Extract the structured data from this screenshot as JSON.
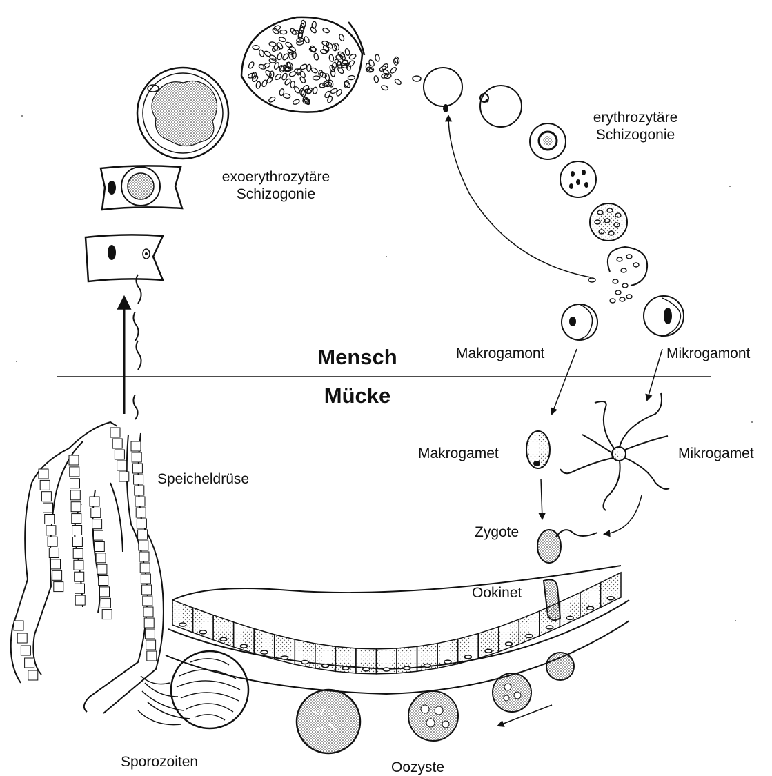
{
  "colors": {
    "ink": "#111111",
    "paper": "#ffffff",
    "stipple": "#444444"
  },
  "labels": {
    "human": "Mensch",
    "mosquito": "Mücke",
    "exo_line1": "exoerythrozytäre",
    "exo_line2": "Schizogonie",
    "ery_line1": "erythrozytäre",
    "ery_line2": "Schizogonie",
    "makrogamont": "Makrogamont",
    "mikrogamont": "Mikrogamont",
    "makrogamet": "Makrogamet",
    "mikrogamet": "Mikrogamet",
    "zygote": "Zygote",
    "ookinet": "Ookinet",
    "speicheldruese": "Speicheldrüse",
    "sporozoiten": "Sporozoiten",
    "oozyste": "Oozyste"
  }
}
